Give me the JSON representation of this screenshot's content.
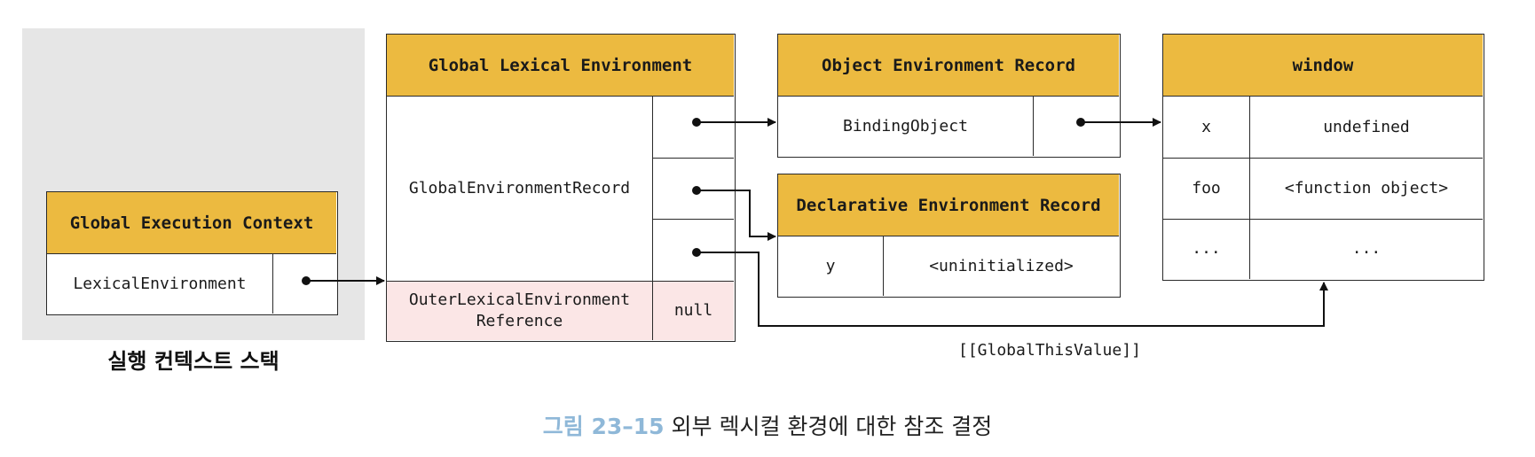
{
  "stack": {
    "label": "실행 컨텍스트 스택"
  },
  "global_execution_context": {
    "title": "Global Execution Context",
    "rows": [
      {
        "key": "LexicalEnvironment"
      }
    ]
  },
  "global_lexical_environment": {
    "title": "Global Lexical Environment",
    "record_label": "GlobalEnvironmentRecord",
    "outer_label": "OuterLexicalEnvironment Reference",
    "outer_value": "null"
  },
  "object_environment_record": {
    "title": "Object Environment Record",
    "rows": [
      {
        "key": "BindingObject"
      }
    ]
  },
  "declarative_environment_record": {
    "title": "Declarative Environment Record",
    "rows": [
      {
        "key": "y",
        "value": "<uninitialized>"
      }
    ]
  },
  "window": {
    "title": "window",
    "rows": [
      {
        "key": "x",
        "value": "undefined"
      },
      {
        "key": "foo",
        "value": "<function object>"
      },
      {
        "key": "...",
        "value": "..."
      }
    ]
  },
  "global_this_label": "[[GlobalThisValue]]",
  "caption": {
    "number": "그림 23–15",
    "text": "외부 렉시컬 환경에 대한 참조 결정"
  },
  "colors": {
    "header": "#ecba40",
    "stack_bg": "#e6e6e6",
    "outer_ref_bg": "#fbe6e6",
    "caption_number": "#8fb8d8"
  }
}
